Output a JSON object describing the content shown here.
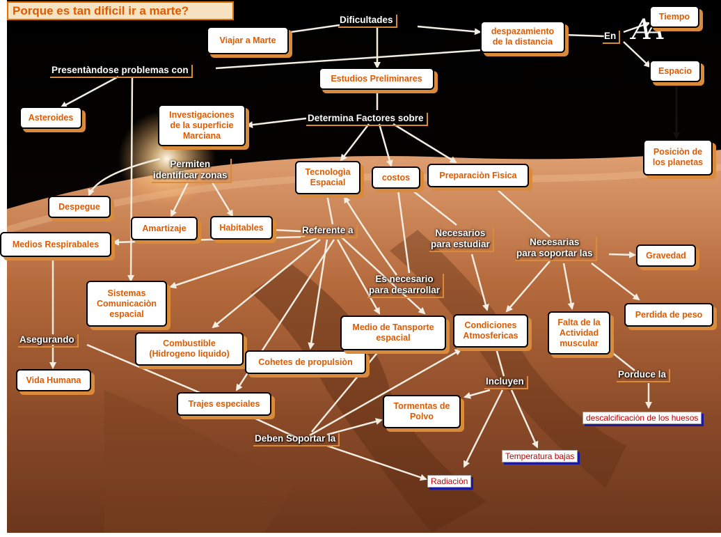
{
  "title": "Porque es tan dificil ir a marte?",
  "logo": "AA",
  "nodes": {
    "viajar": "Viajar a Marte",
    "despazamiento": "despazamiento\nde la distancia",
    "tiempo": "Tiempo",
    "espacio": "Espacio",
    "posicion": "Posiciòn de\nlos planetas",
    "estudios": "Estudios Preliminares",
    "asteroides": "Asteroides",
    "investigaciones": "Investigaciones\nde la superficie\nMarciana",
    "tecnologia": "Tecnologìa\nEspacial",
    "costos": "costos",
    "preparacion": "Preparaciòn Fìsica",
    "despegue": "Despegue",
    "amartizaje": "Amartizaje",
    "habitables": "Habitables",
    "medios": "Medios Respirabales",
    "sistemas": "Sistemas\nComunicaciòn\nespacial",
    "combustible": "Combustible\n(Hidrogeno liquido)",
    "cohetes": "Cohetes de propulsiòn",
    "medio_transporte": "Medio de Tansporte\nespacial",
    "condiciones": "Condiciones\nAtmosfericas",
    "falta": "Falta de la\nActividad\nmuscular",
    "gravedad": "Gravedad",
    "perdida": "Perdida de peso",
    "vida": "Vida Humana",
    "trajes": "Trajes especiales",
    "tormentas": "Tormentas de\nPolvo"
  },
  "labels": {
    "dificultades": "Dificultades",
    "en": "En",
    "presentandose": "Presentàndose problemas con",
    "determina": "Determina Factores sobre",
    "permiten": "Permiten\nidentificar zonas",
    "referente": "Referente a",
    "necesarios": "Necesarios\npara estudiar",
    "necesarias": "Necesarias\npara soportar las",
    "es_necesario": "Es necesario\npara desarrollar",
    "asegurando": "Asegurando",
    "incluyen": "Incluyen",
    "porduce": "Porduce la",
    "deben": "Deben Soportar la"
  },
  "red_nodes": {
    "descalcificacion": "descalcificaciòn de los huesos",
    "temperatura": "Temperatura bajas",
    "radiacion": "Radiaciòn"
  },
  "colors": {
    "node_text": "#e05a00",
    "shadow": "#d98a3a",
    "red_text": "#c00000",
    "red_shadow": "#1a1aa0",
    "link": "#f3ede2"
  }
}
